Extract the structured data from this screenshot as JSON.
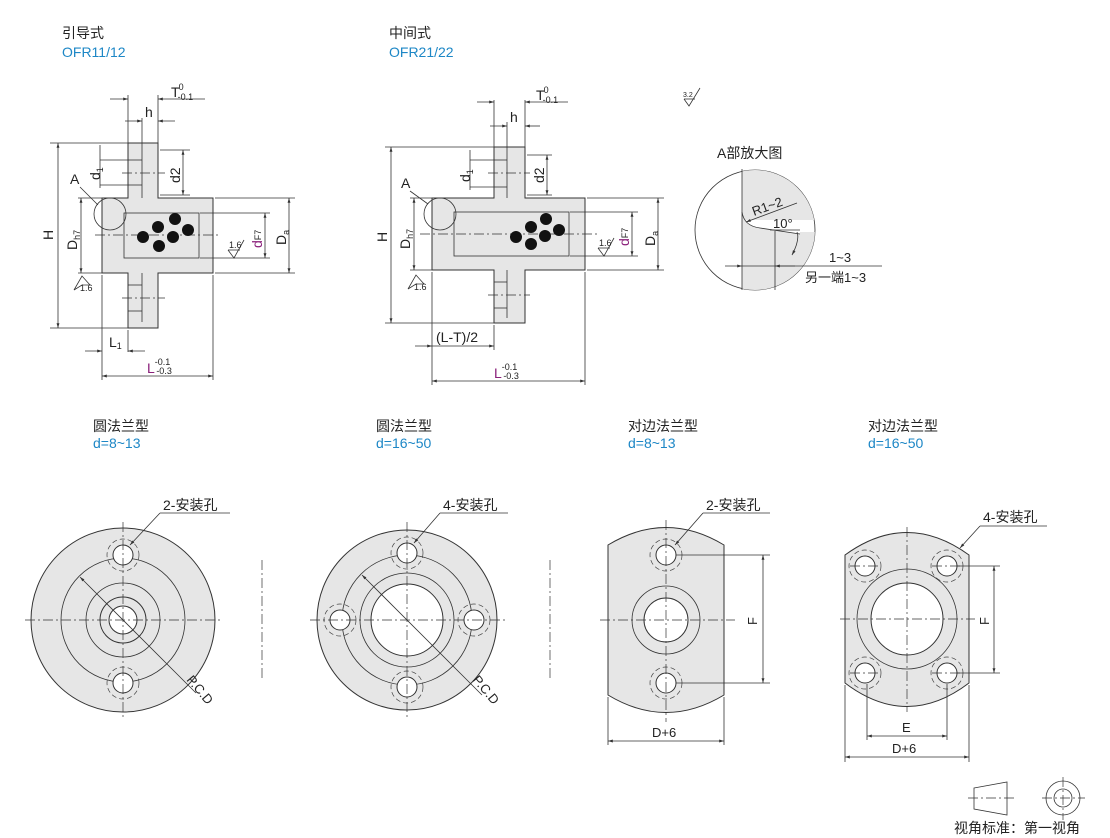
{
  "views": {
    "guide_type": {
      "title": "引导式",
      "model": "OFR11/12"
    },
    "middle_type": {
      "title": "中间式",
      "model": "OFR21/22"
    }
  },
  "dimensions": {
    "T": "T",
    "T_upper": "0",
    "T_lower": "-0.1",
    "h": "h",
    "d1": "d",
    "d1_sub": "1",
    "d2": "d2",
    "H": "H",
    "D": "D",
    "D_sub": "h7",
    "d": "d",
    "d_sub": "F7",
    "Da": "D",
    "Da_sub": "a",
    "L1": "L",
    "L1_sub": "1",
    "L": "L",
    "L_upper": "-0.1",
    "L_lower": "-0.3",
    "L_T": "(L-T)/2",
    "A": "A",
    "rough_1_6": "1.6",
    "rough_3_2": "3.2"
  },
  "detail": {
    "title": "A部放大图",
    "radius": "R1~2",
    "angle": "10°",
    "length": "1~3",
    "other_end": "另一端1~3"
  },
  "flanges": [
    {
      "title": "圆法兰型",
      "range": "d=8~13",
      "holes": "2-安装孔",
      "dim": "P.C.D"
    },
    {
      "title": "圆法兰型",
      "range": "d=16~50",
      "holes": "4-安装孔",
      "dim": "P.C.D"
    },
    {
      "title": "对边法兰型",
      "range": "d=8~13",
      "holes": "2-安装孔",
      "dim_w": "D+6",
      "dim_f": "F"
    },
    {
      "title": "对边法兰型",
      "range": "d=16~50",
      "holes": "4-安装孔",
      "dim_w": "D+6",
      "dim_f": "F",
      "dim_e": "E"
    }
  ],
  "projection": {
    "label": "视角标准：第一视角"
  },
  "colors": {
    "model": "#1d87c6",
    "tolerance": "#8a1f7a",
    "part_fill": "#e6e6e6"
  }
}
